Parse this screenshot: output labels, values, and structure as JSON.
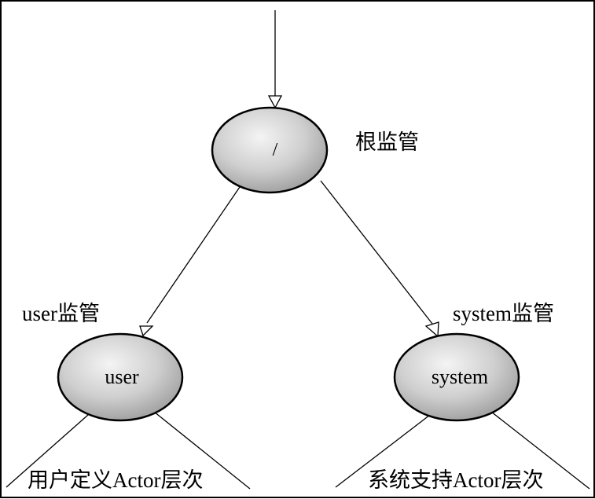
{
  "root_node": {
    "label": "/",
    "caption": "根监管"
  },
  "user_node": {
    "label": "user",
    "caption": "user监管"
  },
  "system_node": {
    "label": "system",
    "caption": "system监管"
  },
  "user_subtree": {
    "caption": "用户定义Actor层次"
  },
  "system_subtree": {
    "caption": "系统支持Actor层次"
  }
}
